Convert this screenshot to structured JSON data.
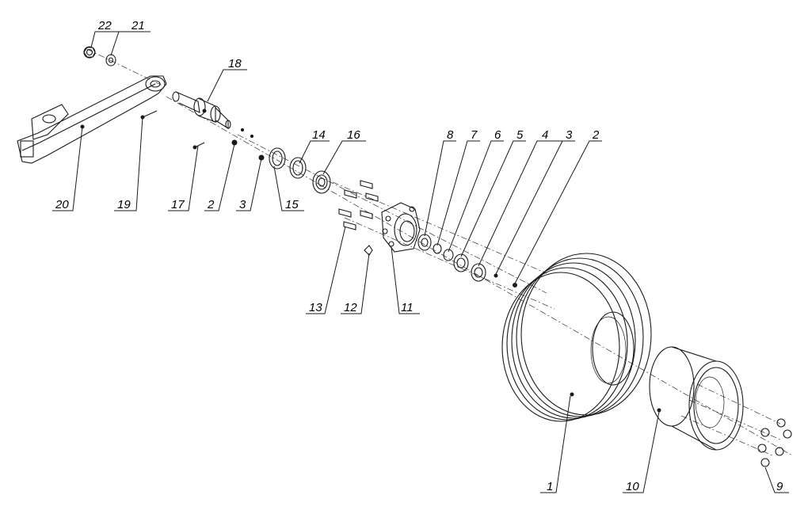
{
  "callouts": [
    {
      "id": "p22",
      "text": "22"
    },
    {
      "id": "p21",
      "text": "21"
    },
    {
      "id": "p18",
      "text": "18"
    },
    {
      "id": "p14",
      "text": "14"
    },
    {
      "id": "p16",
      "text": "16"
    },
    {
      "id": "p8",
      "text": "8"
    },
    {
      "id": "p7",
      "text": "7"
    },
    {
      "id": "p6",
      "text": "6"
    },
    {
      "id": "p5",
      "text": "5"
    },
    {
      "id": "p4",
      "text": "4"
    },
    {
      "id": "p3a",
      "text": "3"
    },
    {
      "id": "p2a",
      "text": "2"
    },
    {
      "id": "p20",
      "text": "20"
    },
    {
      "id": "p19",
      "text": "19"
    },
    {
      "id": "p17",
      "text": "17"
    },
    {
      "id": "p2b",
      "text": "2"
    },
    {
      "id": "p3b",
      "text": "3"
    },
    {
      "id": "p15",
      "text": "15"
    },
    {
      "id": "p13",
      "text": "13"
    },
    {
      "id": "p12",
      "text": "12"
    },
    {
      "id": "p11",
      "text": "11"
    },
    {
      "id": "p1",
      "text": "1"
    },
    {
      "id": "p10",
      "text": "10"
    },
    {
      "id": "p9",
      "text": "9"
    }
  ]
}
